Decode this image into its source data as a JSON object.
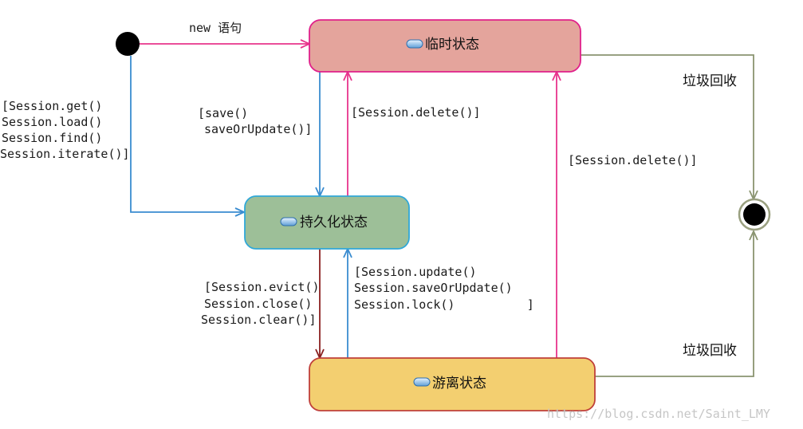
{
  "states": {
    "transient": {
      "label": "临时状态"
    },
    "persistent": {
      "label": "持久化状态"
    },
    "detached": {
      "label": "游离状态"
    }
  },
  "transitions": {
    "new_stmt": "new 语句",
    "session_get": [
      "[Session.get()",
      "Session.load()",
      "Session.find()",
      "Session.iterate()]"
    ],
    "save": [
      "[save()",
      "saveOrUpdate()]"
    ],
    "delete_transient": "[Session.delete()]",
    "delete_detached": "[Session.delete()]",
    "evict": [
      "[Session.evict()",
      "Session.close()",
      "Session.clear()]"
    ],
    "update": [
      "[Session.update()",
      "Session.saveOrUpdate()",
      "Session.lock()          ]"
    ],
    "gc_top": "垃圾回收",
    "gc_bottom": "垃圾回收"
  },
  "watermark": "https://blog.csdn.net/Saint_LMY",
  "colors": {
    "transient_fill": "#e4a49c",
    "transient_border": "#e0208a",
    "persistent_fill": "#9dbf98",
    "persistent_border": "#30a8d8",
    "detached_fill": "#f3cf70",
    "detached_border": "#c0403a",
    "pink_arrow": "#e8348c",
    "blue_arrow": "#3a8cd0",
    "olive_arrow": "#8a9470",
    "dark_red_arrow": "#8a2020"
  }
}
